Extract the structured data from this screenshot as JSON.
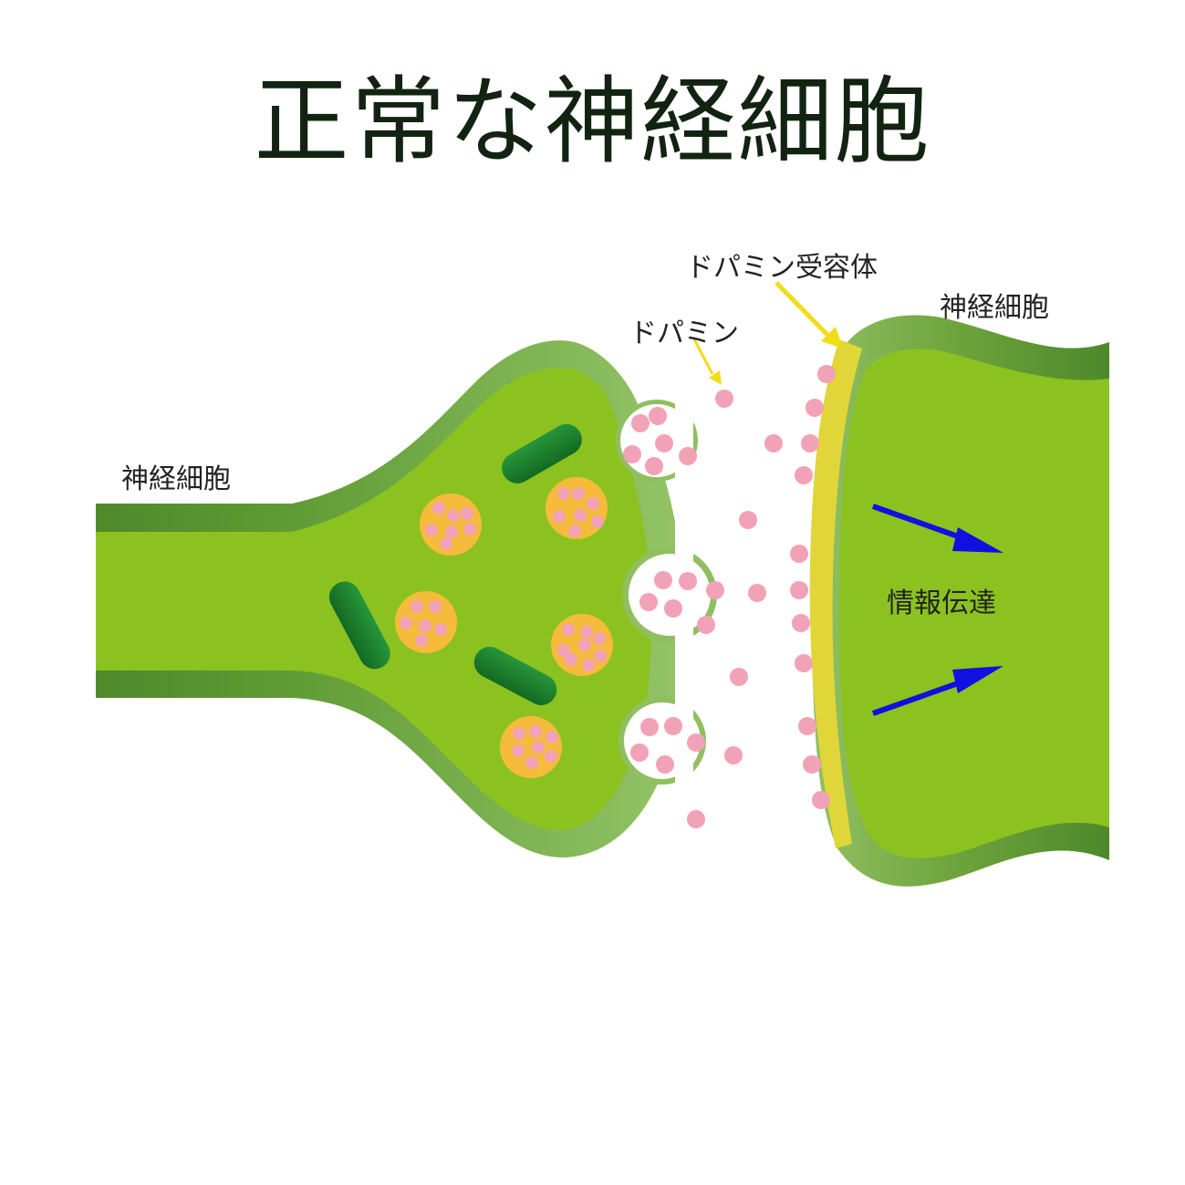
{
  "title": "正常な神経細胞",
  "labels": {
    "left_neuron": "神経細胞",
    "right_neuron": "神経細胞",
    "dopamine": "ドパミン",
    "receptor": "ドパミン受容体",
    "transmission": "情報伝達"
  },
  "colors": {
    "cytoplasm": "#8bc220",
    "membrane_dark": "#4e8a2a",
    "membrane_light": "#90bf60",
    "mitochondria": "#1f8a30",
    "vesicle": "#f7bb3c",
    "dopamine": "#f2a2b6",
    "receptor": "#e0d63a",
    "pointer": "#f2dc1a",
    "signal_arrow": "#1010e0"
  }
}
